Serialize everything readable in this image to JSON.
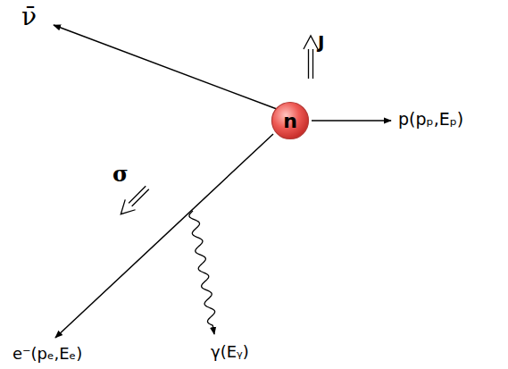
{
  "diagram": {
    "nodes": [
      {
        "text": [
          "n"
        ]
      }
    ],
    "labels": [
      "ν̄",
      "J",
      "p(pₚ,Eₚ)",
      "e⁻(pₑ,Eₑ)",
      "γ(Eᵧ)",
      "σ"
    ]
  }
}
